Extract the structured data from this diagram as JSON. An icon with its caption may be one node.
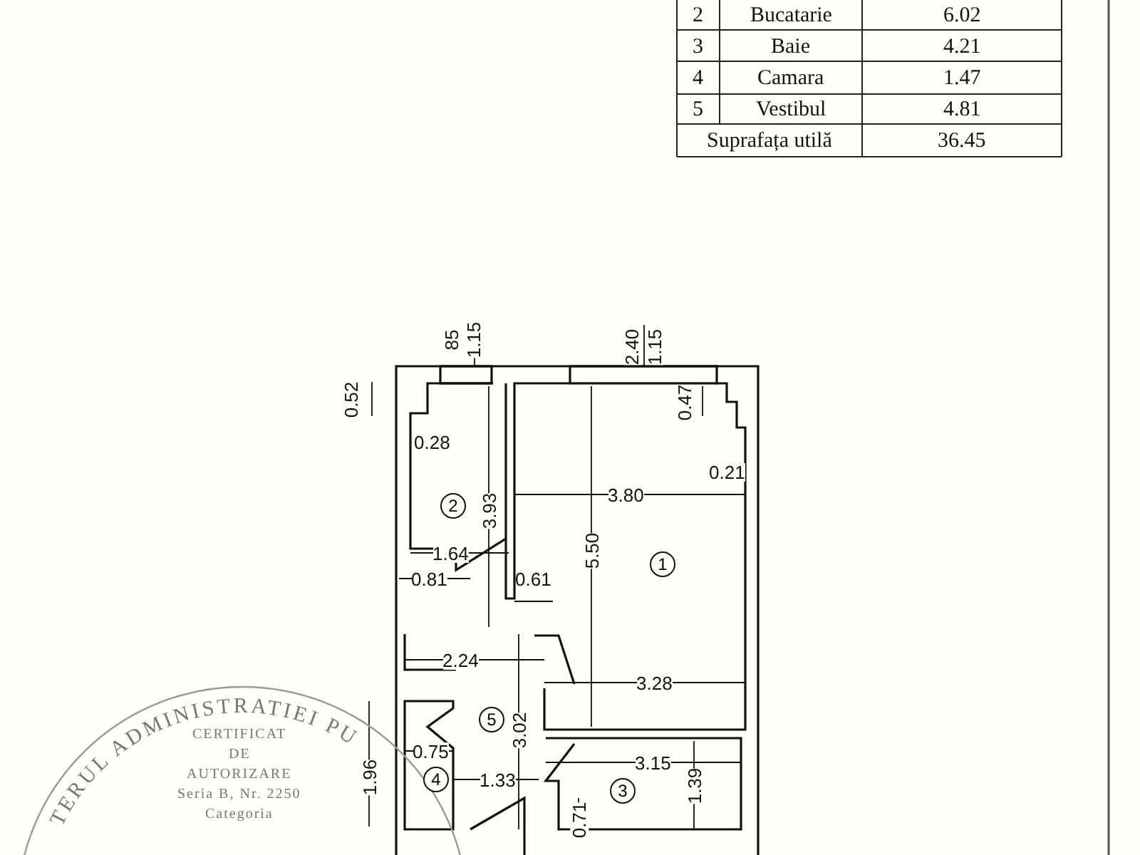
{
  "diagram": {
    "nodes": [
      {
        "text": [
          "1"
        ]
      },
      {
        "text": [
          "2"
        ]
      },
      {
        "text": [
          "3"
        ]
      },
      {
        "text": [
          "4"
        ]
      },
      {
        "text": [
          "5"
        ]
      }
    ],
    "labels": [
      "2",
      "Bucatarie",
      "6.02",
      "3",
      "Baie",
      "4.21",
      "4",
      "Camara",
      "1.47",
      "5",
      "Vestibul",
      "4.81",
      "Suprafața utilă",
      "36.45",
      "85",
      "1.15",
      "2.40",
      "1.15",
      "0.52",
      "0.47",
      "0.28",
      "0.21",
      "3.93",
      "3.80",
      "5.50",
      "1.64",
      "0.81",
      "0.61",
      "2.24",
      "3.28",
      "1.96",
      "3.02",
      "0.75",
      "1.33",
      "3.15",
      "0.71",
      "1.39",
      "TERUL ADMINISTRATIEI PU",
      "CERTIFICAT",
      "DE",
      "AUTORIZARE",
      "Seria B, Nr. 2250",
      "Categoria"
    ]
  }
}
